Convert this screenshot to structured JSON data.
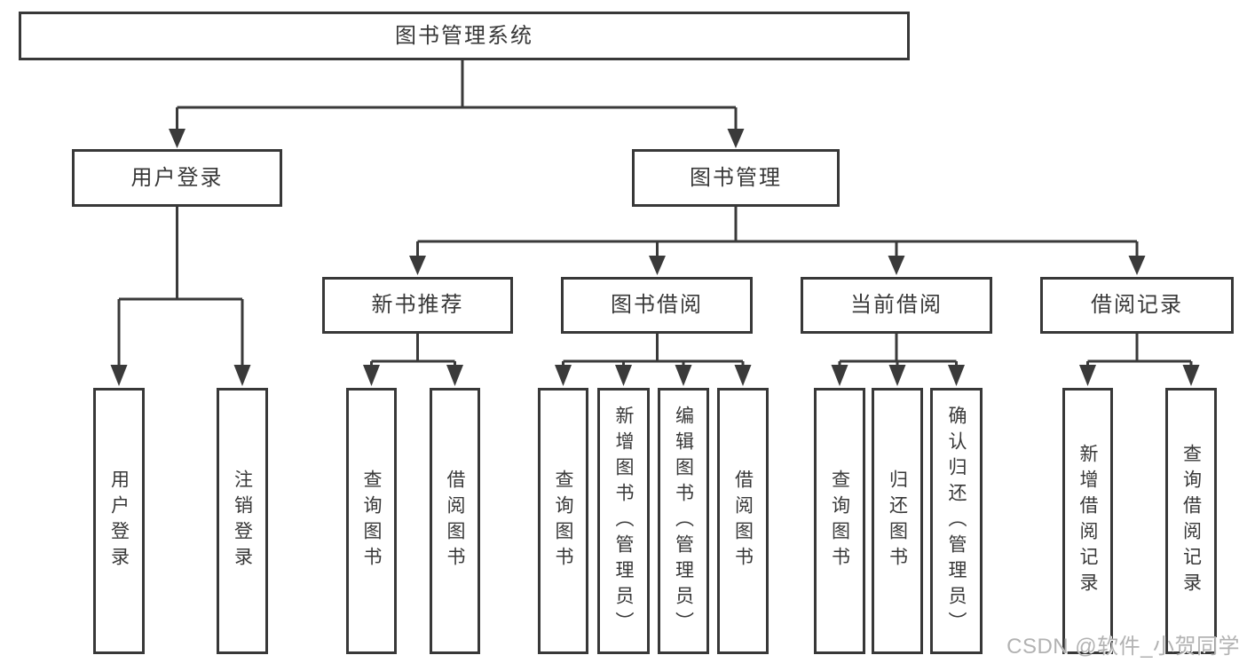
{
  "colors": {
    "line": "#3a3a3a",
    "box_border": "#383838",
    "text": "#383838",
    "background": "#ffffff",
    "watermark_text": "#b2b2b2"
  },
  "diagram": {
    "type": "hierarchy-tree",
    "root": {
      "label": "图书管理系统"
    },
    "branches": [
      {
        "label": "用户登录",
        "leaves": [
          "用户登录",
          "注销登录"
        ]
      },
      {
        "label": "图书管理",
        "children": [
          {
            "label": "新书推荐",
            "leaves": [
              "查询图书",
              "借阅图书"
            ]
          },
          {
            "label": "图书借阅",
            "leaves": [
              "查询图书",
              "新增图书（管理员）",
              "编辑图书（管理员）",
              "借阅图书"
            ]
          },
          {
            "label": "当前借阅",
            "leaves": [
              "查询图书",
              "归还图书",
              "确认归还（管理员）"
            ]
          },
          {
            "label": "借阅记录",
            "leaves": [
              "新增借阅记录",
              "查询借阅记录"
            ]
          }
        ]
      }
    ]
  },
  "watermark": {
    "text": "CSDN @软件_小贺同学"
  }
}
